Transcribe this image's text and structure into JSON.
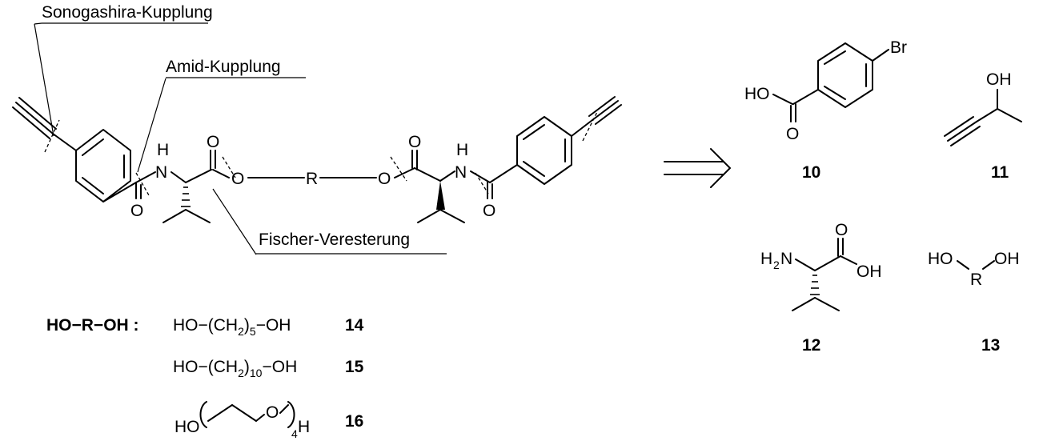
{
  "reactions": {
    "sonogashira": "Sonogashira-Kupplung",
    "amide": "Amid-Kupplung",
    "fischer": "Fischer-Veresterung"
  },
  "target": {
    "atom_O": "O",
    "atom_N": "N",
    "atom_H": "H",
    "atom_R": "R"
  },
  "building_blocks": {
    "c10": {
      "atom_HO": "HO",
      "atom_O": "O",
      "atom_Br": "Br",
      "number": "10"
    },
    "c11": {
      "atom_OH": "OH",
      "number": "11"
    },
    "c12": {
      "atom_H2N_H": "H",
      "atom_H2N_2": "2",
      "atom_H2N_N": "N",
      "atom_O": "O",
      "atom_OH": "OH",
      "number": "12"
    },
    "c13": {
      "atom_HO": "HO",
      "atom_R": "R",
      "atom_OH": "OH",
      "number": "13"
    }
  },
  "diols": {
    "label": "HO−R−OH :",
    "items": [
      {
        "prefix": "HO−(CH",
        "sub": "2",
        "mid": ")",
        "n": "5",
        "suffix": "−OH",
        "number": "14"
      },
      {
        "prefix": "HO−(CH",
        "sub": "2",
        "mid": ")",
        "n": "10",
        "suffix": "−OH",
        "number": "15"
      }
    ],
    "peg": {
      "ho": "HO",
      "o": "O",
      "n": "4",
      "h": "H",
      "number": "16"
    }
  }
}
